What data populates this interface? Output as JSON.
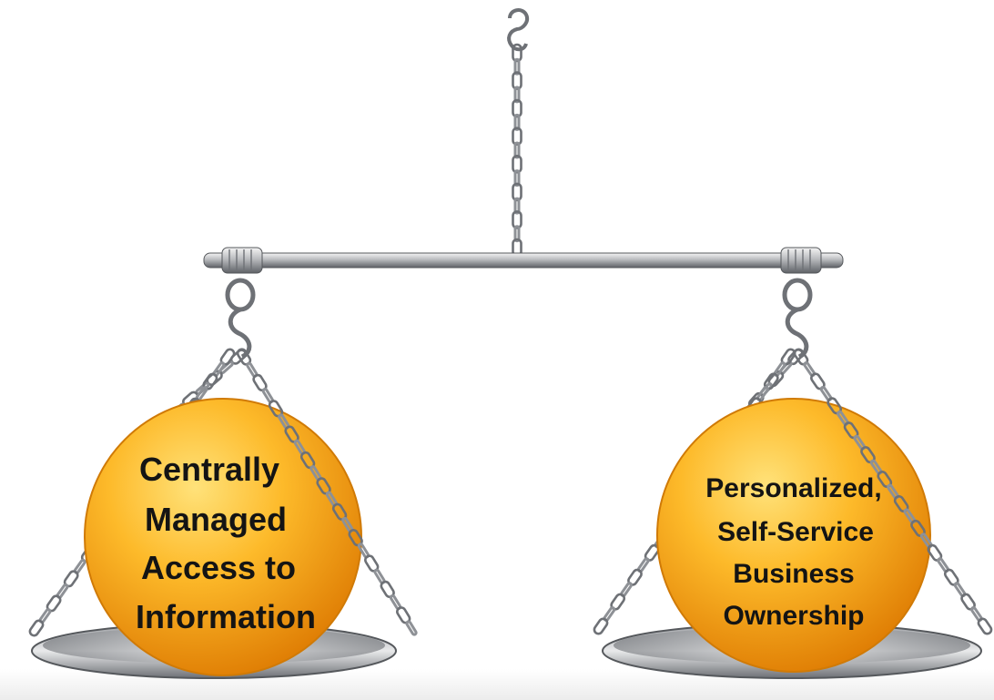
{
  "scale": {
    "left_pan": {
      "label_lines": [
        "Centrally",
        "Managed",
        "Access to",
        "Information"
      ]
    },
    "right_pan": {
      "label_lines": [
        "Personalized,",
        "Self-Service",
        "Business",
        "Ownership"
      ]
    }
  },
  "colors": {
    "ball_light": "#FFE27A",
    "ball_mid": "#FDBA2A",
    "ball_dark": "#E07F05",
    "metal_light": "#F4F4F4",
    "metal_mid": "#B9BBBE",
    "metal_dark": "#5E6166",
    "text": "#141414"
  }
}
